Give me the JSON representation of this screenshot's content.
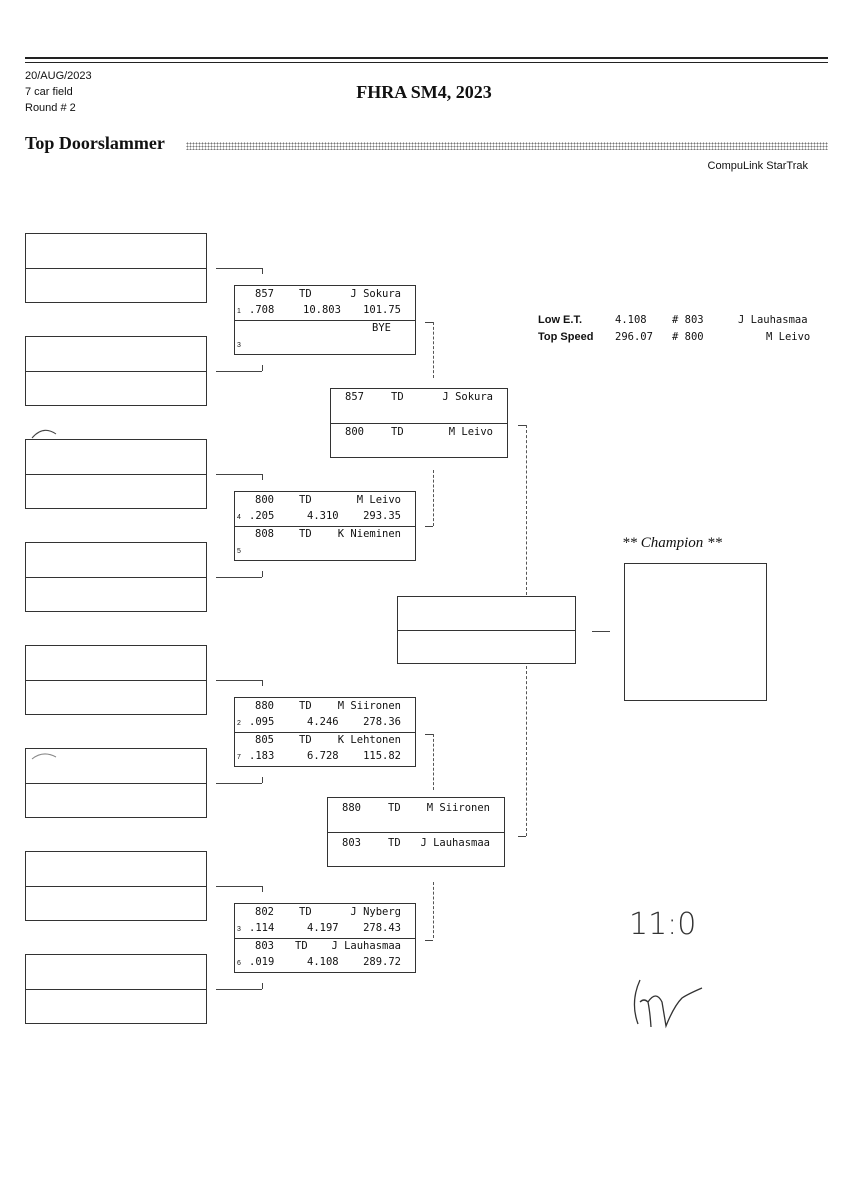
{
  "header": {
    "date": "20/AUG/2023",
    "field": "7 car field",
    "round": "Round # 2",
    "title": "FHRA SM4, 2023",
    "section": "Top Doorslammer",
    "brand": "CompuLink StarTrak"
  },
  "stats": {
    "low_et": {
      "label": "Low  E.T.",
      "value": "4.108",
      "car": "# 803",
      "driver": "J Lauhasmaa"
    },
    "top_speed": {
      "label": "Top Speed",
      "value": "296.07",
      "car": "# 800",
      "driver": "M Leivo"
    }
  },
  "round2": [
    {
      "top": {
        "car": "857",
        "cls": "TD",
        "driver": "J Sokura",
        "lane": "1",
        "rt": ".708",
        "et": "10.803",
        "mph": "101.75"
      },
      "bottom": {
        "bye": "BYE",
        "lane": "3"
      }
    },
    {
      "top": {
        "car": "800",
        "cls": "TD",
        "driver": "M Leivo",
        "lane": "4",
        "rt": ".205",
        "et": "4.310",
        "mph": "293.35"
      },
      "bottom": {
        "car": "808",
        "cls": "TD",
        "driver": "K Nieminen",
        "lane": "5"
      }
    },
    {
      "top": {
        "car": "880",
        "cls": "TD",
        "driver": "M Siironen",
        "lane": "2",
        "rt": ".095",
        "et": "4.246",
        "mph": "278.36"
      },
      "bottom": {
        "car": "805",
        "cls": "TD",
        "driver": "K Lehtonen",
        "lane": "7",
        "rt": ".183",
        "et": "6.728",
        "mph": "115.82"
      }
    },
    {
      "top": {
        "car": "802",
        "cls": "TD",
        "driver": "J Nyberg",
        "lane": "3",
        "rt": ".114",
        "et": "4.197",
        "mph": "278.43"
      },
      "bottom": {
        "car": "803",
        "cls": "TD",
        "driver": "J Lauhasmaa",
        "lane": "6",
        "rt": ".019",
        "et": "4.108",
        "mph": "289.72"
      }
    }
  ],
  "semis": [
    {
      "top": {
        "car": "857",
        "cls": "TD",
        "driver": "J Sokura"
      },
      "bottom": {
        "car": "800",
        "cls": "TD",
        "driver": "M Leivo"
      }
    },
    {
      "top": {
        "car": "880",
        "cls": "TD",
        "driver": "M Siironen"
      },
      "bottom": {
        "car": "803",
        "cls": "TD",
        "driver": "J Lauhasmaa"
      }
    }
  ],
  "champion": {
    "label": "** Champion **"
  },
  "handwriting": {
    "time": "11:00"
  }
}
